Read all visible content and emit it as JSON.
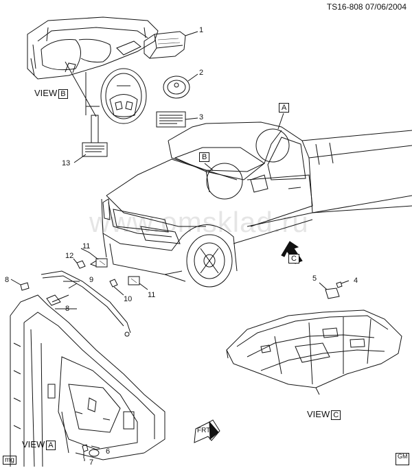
{
  "header": {
    "code": "TS16-808",
    "date": "07/06/2004"
  },
  "watermark": "www.omsklad.ru",
  "views": {
    "a": {
      "word": "VIEW",
      "letter": "A"
    },
    "b": {
      "word": "VIEW",
      "letter": "B"
    },
    "c": {
      "word": "VIEW",
      "letter": "C"
    }
  },
  "callout_letters": {
    "a": "A",
    "b": "B",
    "c": "C"
  },
  "fwd_label": "FRT",
  "part_numbers": {
    "n1": "1",
    "n2": "2",
    "n3": "3",
    "n4": "4",
    "n5": "5",
    "n6": "6",
    "n7": "7",
    "n8a": "8",
    "n8b": "8",
    "n9": "9",
    "n10": "10",
    "n11a": "11",
    "n11b": "11",
    "n12": "12",
    "n13": "13"
  },
  "footer": {
    "left_tag": "mg",
    "right_tag": "GM"
  }
}
